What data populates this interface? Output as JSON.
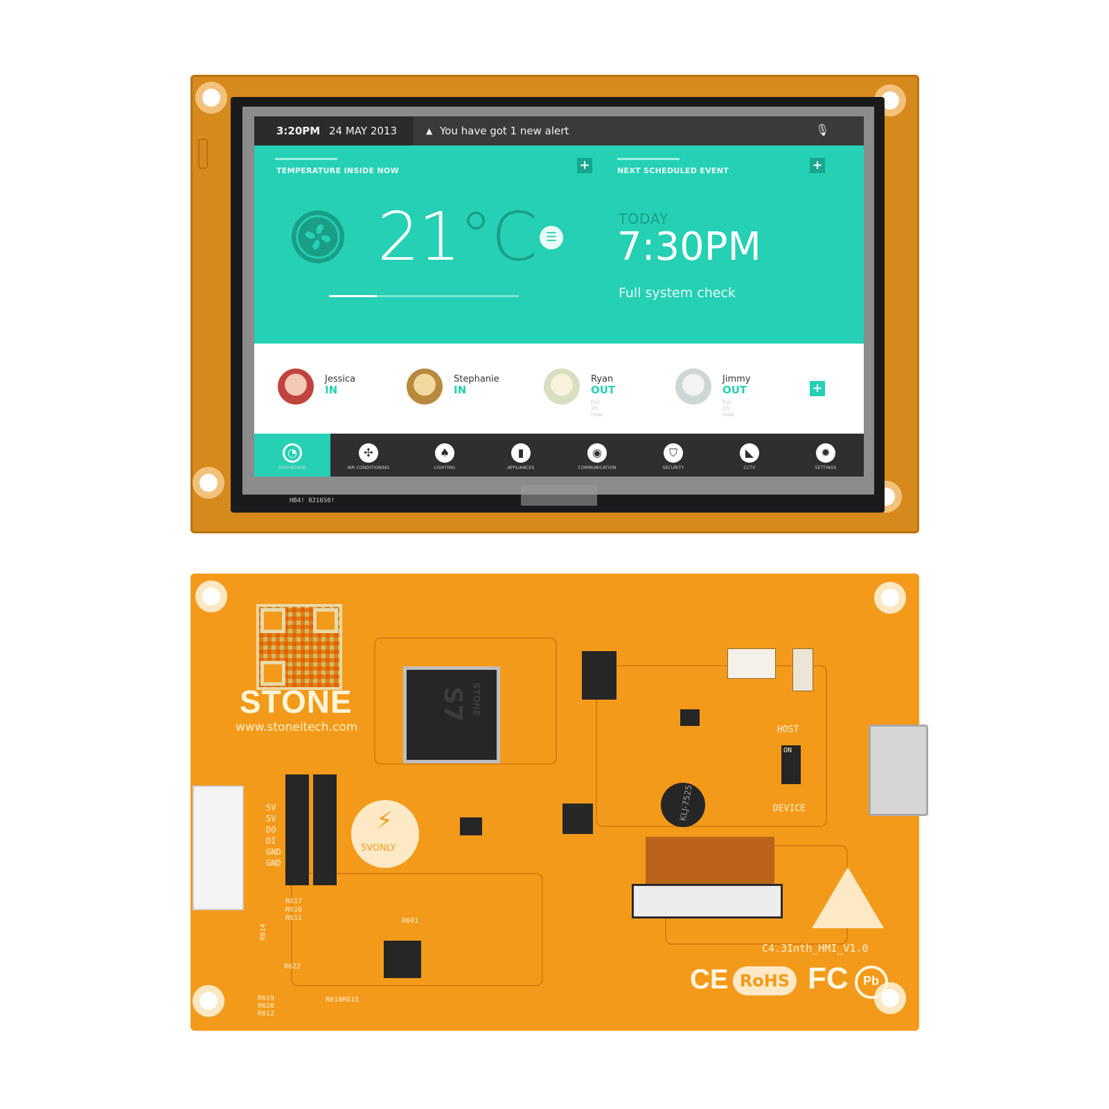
{
  "status_bar": {
    "time": "3:20PM",
    "date": "24 MAY 2013",
    "alert": "You have got 1 new alert"
  },
  "temperature_panel": {
    "label": "TEMPERATURE INSIDE NOW",
    "value": "21",
    "unit": "°C",
    "slider_level_percent": 25
  },
  "event_panel": {
    "label": "NEXT SCHEDULED EVENT",
    "day": "TODAY",
    "time": "7:30PM",
    "description": "Full system check"
  },
  "users": [
    {
      "name": "Jessica",
      "status": "IN",
      "note": ""
    },
    {
      "name": "Stephanie",
      "status": "IN",
      "note": ""
    },
    {
      "name": "Ryan",
      "status": "OUT",
      "note": "For 2h now"
    },
    {
      "name": "Jimmy",
      "status": "OUT",
      "note": "For 1h now"
    }
  ],
  "nav": [
    {
      "label": "DASHBOARD",
      "icon": "dashboard-icon",
      "glyph": "◔",
      "active": true
    },
    {
      "label": "AIR CONDITIONING",
      "icon": "fan-icon",
      "glyph": "✣",
      "active": false
    },
    {
      "label": "LIGHTING",
      "icon": "lamp-icon",
      "glyph": "♠",
      "active": false
    },
    {
      "label": "APPLIANCES",
      "icon": "appliance-icon",
      "glyph": "▮",
      "active": false
    },
    {
      "label": "COMMUNICATION",
      "icon": "broadcast-icon",
      "glyph": "◉",
      "active": false
    },
    {
      "label": "SECURITY",
      "icon": "shield-icon",
      "glyph": "⛉",
      "active": false
    },
    {
      "label": "CCTV",
      "icon": "camera-icon",
      "glyph": "◣",
      "active": false
    },
    {
      "label": "SETTINGS",
      "icon": "gear-icon",
      "glyph": "✹",
      "active": false
    }
  ],
  "front_pcb_text": "HB4! 8216S0!",
  "back_board": {
    "brand": "STONE",
    "url": "www.stoneitech.com",
    "chip_label": "S7",
    "chip_brand": "STONE",
    "power_badge": "5VONLY",
    "board_version": "C4.3Inth_HMI_V1.0",
    "buzzer_label": "KLJ-7525",
    "switch_host": "HOST",
    "switch_on": "ON",
    "switch_device": "DEVICE",
    "connector_pins": [
      "5V",
      "5V",
      "DO",
      "DI",
      "GND",
      "GND"
    ],
    "resistor_labels": [
      "R617",
      "R616",
      "R611",
      "R614",
      "R622",
      "R619",
      "R620",
      "R612",
      "R618R615",
      "R601"
    ],
    "certifications": {
      "ce": "CE",
      "rohs": "RoHS",
      "fcc": "FC",
      "pb": "Pb"
    }
  },
  "colors": {
    "teal": "#25d0b4",
    "teal_dark": "#1a9e87",
    "pcb_orange": "#f39a1b",
    "status_bar": "#3a3a3a"
  }
}
